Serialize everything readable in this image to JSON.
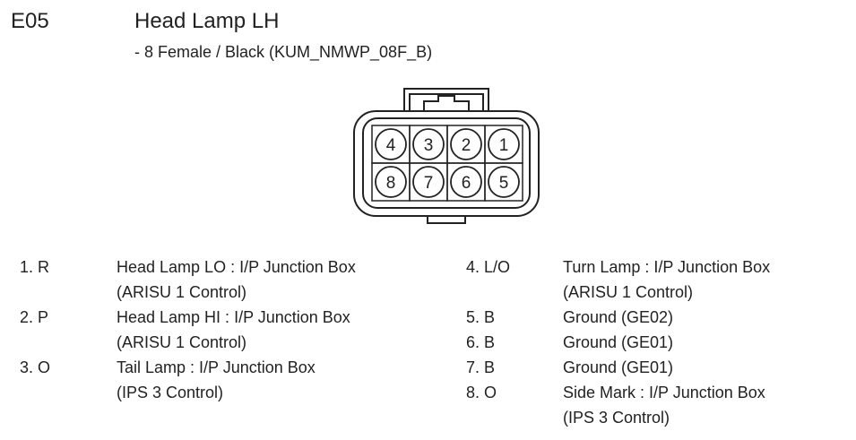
{
  "header": {
    "code": "E05",
    "title": "Head Lamp LH",
    "subtitle": "- 8 Female / Black (KUM_NMWP_08F_B)"
  },
  "connector": {
    "top_row": [
      "4",
      "3",
      "2",
      "1"
    ],
    "bottom_row": [
      "8",
      "7",
      "6",
      "5"
    ]
  },
  "pins_left": [
    {
      "id": "1. R",
      "lines": [
        "Head Lamp LO : I/P Junction Box",
        "(ARISU 1 Control)"
      ]
    },
    {
      "id": "2. P",
      "lines": [
        "Head Lamp HI : I/P Junction Box",
        "(ARISU 1 Control)"
      ]
    },
    {
      "id": "3. O",
      "lines": [
        "Tail Lamp : I/P Junction Box",
        "(IPS 3 Control)"
      ]
    }
  ],
  "pins_right": [
    {
      "id": "4. L/O",
      "lines": [
        "Turn Lamp : I/P Junction Box",
        "(ARISU 1 Control)"
      ]
    },
    {
      "id": "5. B",
      "lines": [
        "Ground (GE02)"
      ]
    },
    {
      "id": "6. B",
      "lines": [
        "Ground (GE01)"
      ]
    },
    {
      "id": "7. B",
      "lines": [
        "Ground (GE01)"
      ]
    },
    {
      "id": "8. O",
      "lines": [
        "Side Mark : I/P Junction Box",
        "(IPS 3 Control)"
      ]
    }
  ]
}
